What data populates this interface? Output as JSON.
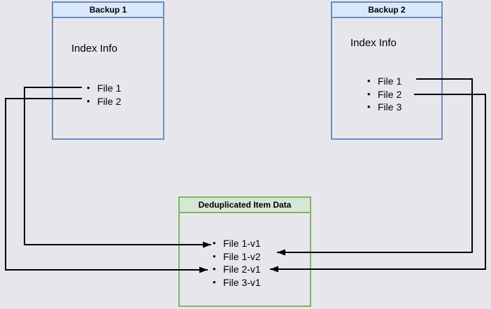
{
  "theme": {
    "canvas-bg": "#e7e7eb",
    "blue-fill": "#dae8fc",
    "blue-border": "#6c8ebf",
    "green-fill": "#d5e8d4",
    "green-border": "#82b366",
    "arrow-color": "#000000"
  },
  "ui": {
    "bullet": "•"
  },
  "backup1": {
    "title": "Backup 1",
    "index_label": "Index Info",
    "files": [
      "File 1",
      "File 2"
    ]
  },
  "backup2": {
    "title": "Backup 2",
    "index_label": "Index Info",
    "files": [
      "File 1",
      "File 2",
      "File 3"
    ]
  },
  "dedup": {
    "title": "Deduplicated Item Data",
    "items": [
      "File 1-v1",
      "File 1-v2",
      "File 2-v1",
      "File 3-v1"
    ]
  },
  "arrows": [
    {
      "from": "Backup 1 / File 1",
      "to": "File 1-v1",
      "direction": "enters-dedup-from-left"
    },
    {
      "from": "Backup 1 / File 2",
      "to": "File 2-v1",
      "direction": "enters-dedup-from-left"
    },
    {
      "from": "Backup 2 / File 1",
      "to": "File 1-v2",
      "direction": "enters-dedup-from-right"
    },
    {
      "from": "Backup 2 / File 2",
      "to": "File 2-v1",
      "direction": "enters-dedup-from-right"
    }
  ]
}
